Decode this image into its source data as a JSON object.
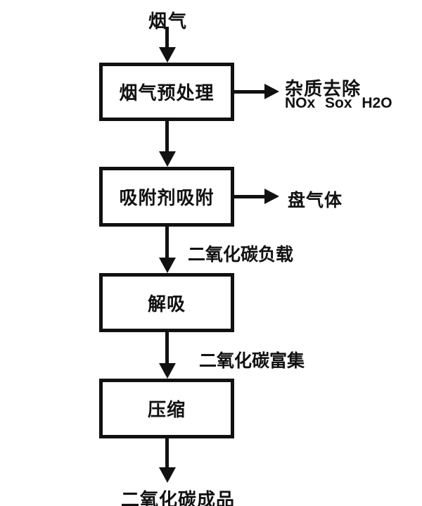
{
  "diagram": {
    "input_label": "烟气",
    "nodes": [
      {
        "label": "烟气预处理"
      },
      {
        "label": "吸附剂吸附"
      },
      {
        "label": "解吸"
      },
      {
        "label": "压缩"
      }
    ],
    "branches": [
      {
        "line1": "杂质去除",
        "line2": "NOx Sox H2O"
      },
      {
        "line1": "盘气体"
      }
    ],
    "edge_labels": [
      {
        "label": "二氧化碳负载"
      },
      {
        "label": "二氧化碳富集"
      }
    ],
    "output_label": "二氧化碳成品",
    "colors": {
      "ink": "#111111",
      "background": "#ffffff"
    }
  }
}
